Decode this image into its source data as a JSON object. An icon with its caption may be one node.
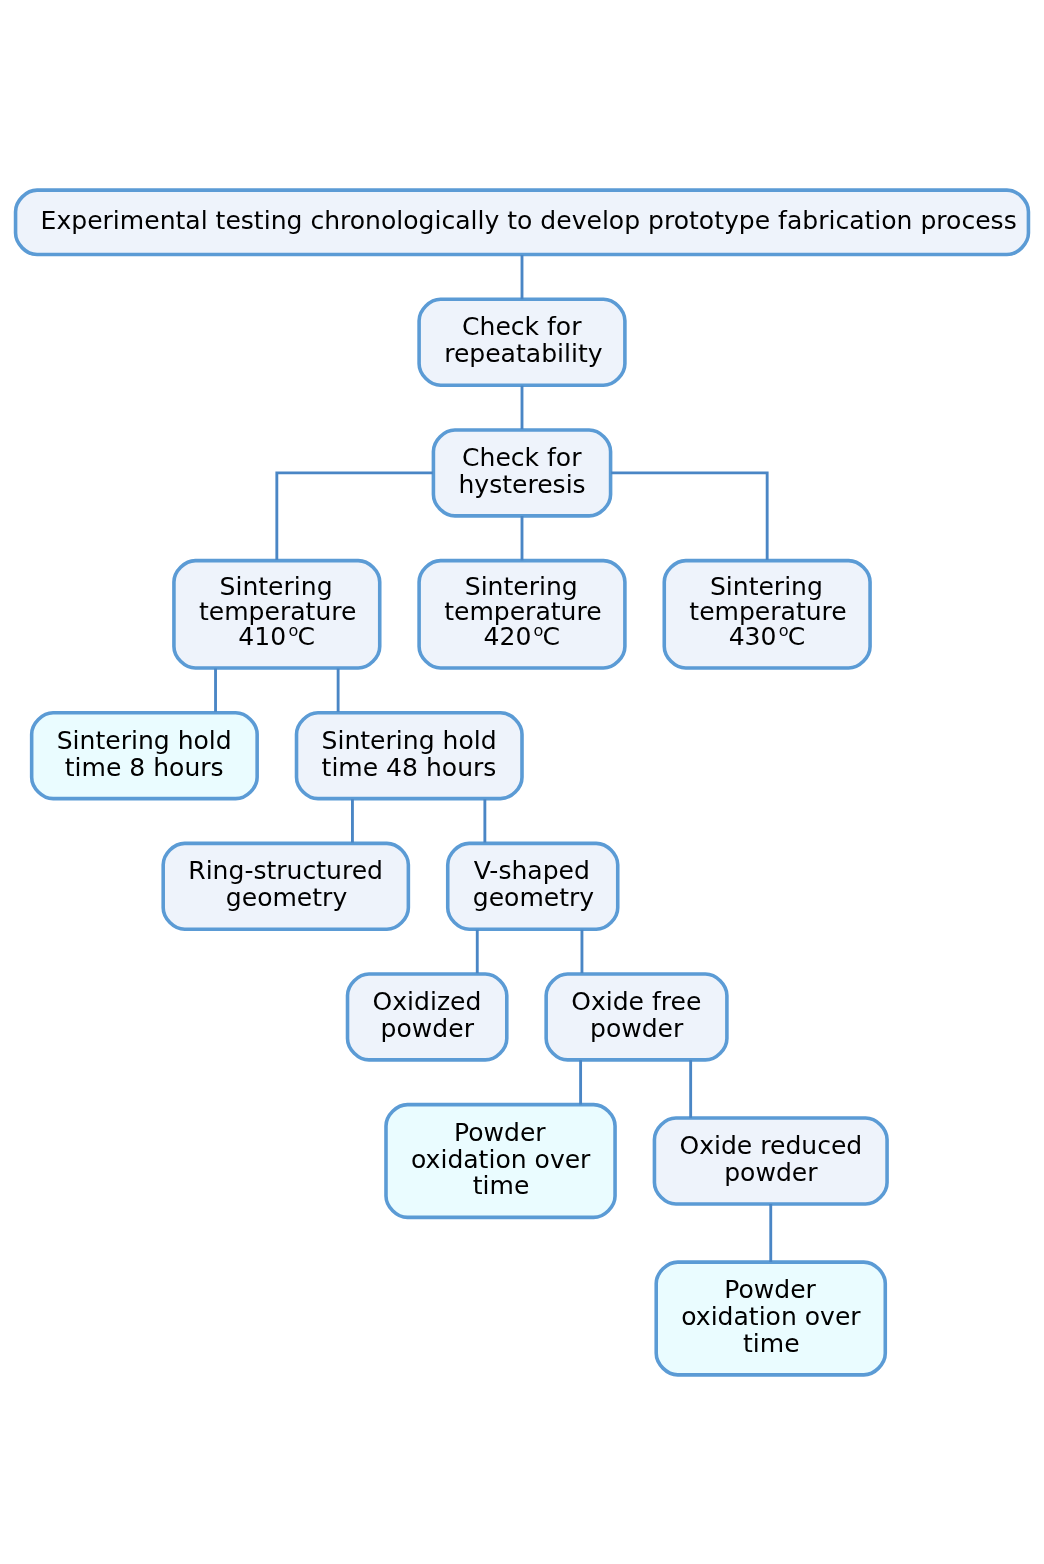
{
  "diagram": {
    "nodes": [
      {
        "text": [
          "Experimental testing chronologically to develop prototype fabrication process"
        ]
      },
      {
        "text": [
          "Check for repeatability"
        ]
      },
      {
        "text": [
          "Check for hysteresis"
        ]
      },
      {
        "text": [
          "Sintering temperature 410$^{o}$C"
        ]
      },
      {
        "text": [
          "Sintering temperature 420$^{o}$C"
        ]
      },
      {
        "text": [
          "Sintering temperature 430$^{o}$C"
        ]
      },
      {
        "text": [
          "Sintering hold time 8 hours"
        ]
      },
      {
        "text": [
          "Sintering hold time 48 hours"
        ]
      },
      {
        "text": [
          "Ring-structured geometry"
        ]
      },
      {
        "text": [
          "V-shaped geometry"
        ]
      },
      {
        "text": [
          "Oxidized powder"
        ]
      },
      {
        "text": [
          "Oxide free powder"
        ]
      },
      {
        "text": [
          "Powder oxidation over time"
        ]
      },
      {
        "text": [
          "Oxide reduced powder"
        ]
      },
      {
        "text": [
          "Powder oxidation over time"
        ]
      }
    ],
    "edges": [
      {
        "from": 0,
        "to": 1,
        "arrow": "none"
      },
      {
        "from": 1,
        "to": 2,
        "arrow": "none"
      },
      {
        "from": 2,
        "to": 3,
        "arrow": "none"
      },
      {
        "from": 2,
        "to": 4,
        "arrow": "none"
      },
      {
        "from": 2,
        "to": 5,
        "arrow": "none"
      },
      {
        "from": 3,
        "to": 6,
        "arrow": "none"
      },
      {
        "from": 3,
        "to": 7,
        "arrow": "none"
      },
      {
        "from": 7,
        "to": 8,
        "arrow": "none"
      },
      {
        "from": 7,
        "to": 9,
        "arrow": "none"
      },
      {
        "from": 9,
        "to": 10,
        "arrow": "none"
      },
      {
        "from": 9,
        "to": 11,
        "arrow": "none"
      },
      {
        "from": 11,
        "to": 12,
        "arrow": "none"
      },
      {
        "from": 11,
        "to": 13,
        "arrow": "none"
      },
      {
        "from": 13,
        "to": 14,
        "arrow": "none"
      }
    ]
  }
}
